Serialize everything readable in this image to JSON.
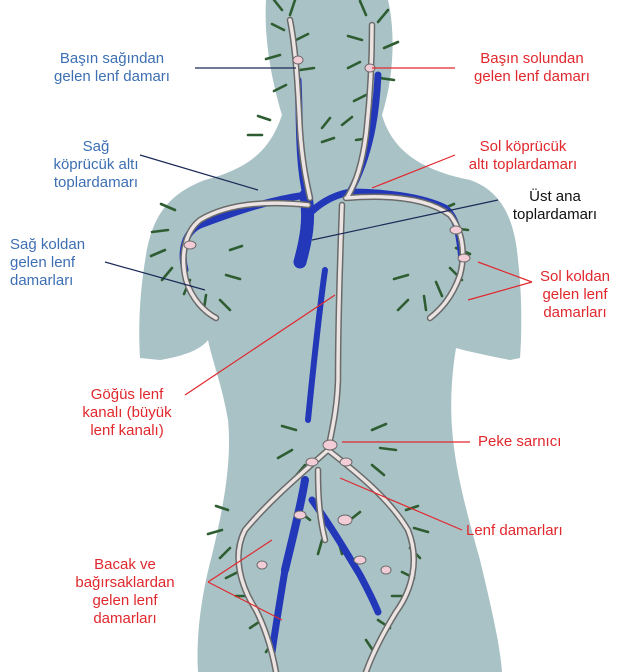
{
  "colors": {
    "body": "#a9c2c6",
    "vein": "#2338b8",
    "lymph_vessel": "#ece4e2",
    "lymph_edge": "#6a6a6a",
    "lymph_node": "#f2ccd6",
    "branch_green": "#2e5d31",
    "label_blue": "#3d6fb3",
    "label_red": "#e0282d",
    "label_black": "#111111",
    "leader_red": "#e0282d",
    "leader_dark": "#1b2a57"
  },
  "labels": {
    "right_head": [
      "Başın sağından",
      "gelen lenf damarı"
    ],
    "left_head": [
      "Başın solundan",
      "gelen lenf damarı"
    ],
    "right_subclavian": [
      "Sağ",
      "köprücük altı",
      "toplardamarı"
    ],
    "left_subclavian": [
      "Sol köprücük",
      "altı toplardamarı"
    ],
    "superior_vena_cava": [
      "Üst ana",
      "toplardamarı"
    ],
    "right_arm": [
      "Sağ koldan",
      "gelen lenf",
      "damarları"
    ],
    "left_arm": [
      "Sol koldan",
      "gelen lenf",
      "damarları"
    ],
    "thoracic_duct": [
      "Göğüs lenf",
      "kanalı  (büyük",
      "lenf kanalı)"
    ],
    "cisterna_chyli": [
      "Peke sarnıcı"
    ],
    "lymph_vessels": [
      "Lenf damarları"
    ],
    "legs_intestines": [
      "Bacak ve",
      "bağırsaklardan",
      "gelen lenf",
      "damarları"
    ]
  }
}
